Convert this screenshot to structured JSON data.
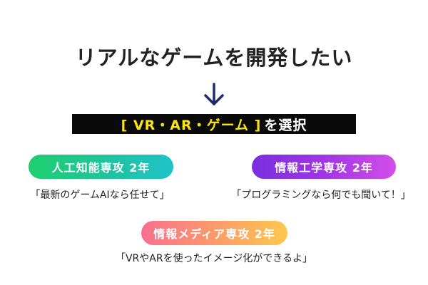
{
  "headline": "リアルなゲームを開発したい",
  "arrow_icon": "arrow-down-icon",
  "arrow_color": "#1f2a6b",
  "selection": {
    "bracket_text": "[ VR・AR・ゲーム ]",
    "suffix": "を選択",
    "bracket_color": "#ffe600",
    "bar_color": "#0a0a0a"
  },
  "courses": [
    {
      "label": "人工知能専攻 2年",
      "quote": "「最新のゲームAIなら任せて」",
      "colors": [
        "#1fcf6e",
        "#1fc2c9"
      ]
    },
    {
      "label": "情報工学専攻 2年",
      "quote": "「プログラミングなら何でも聞いて！」",
      "colors": [
        "#7a2fe0",
        "#d34ee8"
      ]
    },
    {
      "label": "情報メディア専攻 2年",
      "quote": "「VRやARを使ったイメージ化ができるよ」",
      "colors": [
        "#f86f8e",
        "#fcc94e"
      ]
    }
  ]
}
